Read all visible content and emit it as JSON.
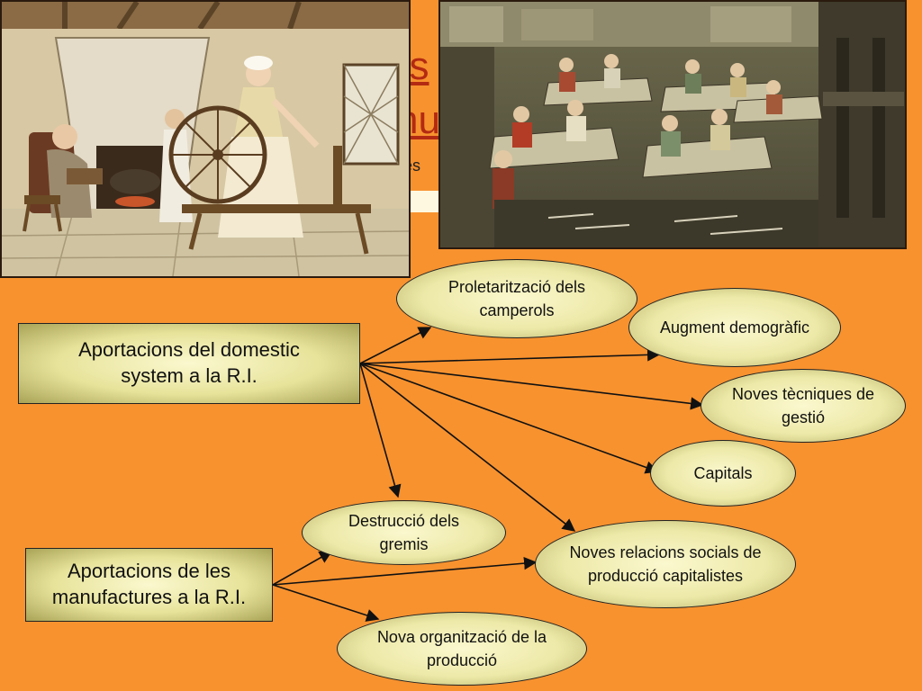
{
  "title": {
    "line1_fragment": "ns",
    "line2_fragment": "nu",
    "subtitle_fragment": "es"
  },
  "source_boxes": {
    "domestic": "Aportacions del domestic system a la R.I.",
    "manufactures": "Aportacions de les manufactures a la R.I."
  },
  "outcomes": {
    "proletarization": "Proletarització dels camperols",
    "demographic": "Augment demogràfic",
    "management": "Noves tècniques de gestió",
    "capital": "Capitals",
    "guilds": "Destrucció dels gremis",
    "social_relations": "Noves relacions socials de producció capitalistes",
    "organization": "Nova organització de la producció"
  },
  "colors": {
    "background": "#f7922f",
    "title": "#b32a12",
    "box_fill": "#e7e39a",
    "arrow": "#111111"
  },
  "images": {
    "left": "spinning-wheel-domestic-painting",
    "right": "manufacture-workshop-painting"
  }
}
